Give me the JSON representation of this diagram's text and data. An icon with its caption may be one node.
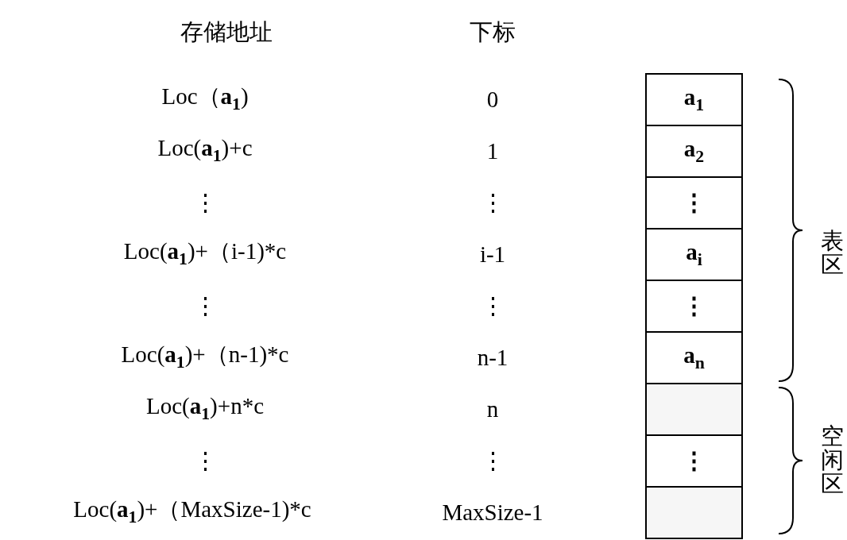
{
  "diagram": {
    "nodes": [
      {
        "text": [],
        "shape": "box"
      },
      {
        "text": [
          "a$_{1}$"
        ],
        "in": 0
      },
      {
        "text": [
          "a$_{2}$"
        ],
        "in": 0
      },
      {
        "text": [
          "⋮"
        ],
        "in": 0
      },
      {
        "text": [
          "a$_{i}$"
        ],
        "in": 0
      },
      {
        "text": [
          "⋮"
        ],
        "in": 0
      },
      {
        "text": [
          "a$_{n}$"
        ],
        "in": 0
      },
      {
        "text": [],
        "shape": "box",
        "in": 0
      },
      {
        "text": [
          "⋮"
        ],
        "in": 0
      },
      {
        "text": [],
        "shape": "box",
        "in": 0
      }
    ],
    "labels": [
      "存储地址",
      "下标",
      "Loc（**a**$_{1}$)",
      "0",
      "Loc(**a**$_{1}$)+c",
      "1",
      "⋮",
      "⋮",
      "Loc(**a**$_{1}$)+（i-1)*c",
      "i-1",
      "表区",
      "⋮",
      "⋮",
      "Loc(**a**$_{1}$)+（n-1)*c",
      "n-1",
      "Loc(**a**$_{1}$)+n*c",
      "n",
      "空闲区",
      "⋮",
      "⋮",
      "Loc(**a**$_{1}$)+（MaxSize-1)*c",
      "MaxSize-1"
    ]
  }
}
